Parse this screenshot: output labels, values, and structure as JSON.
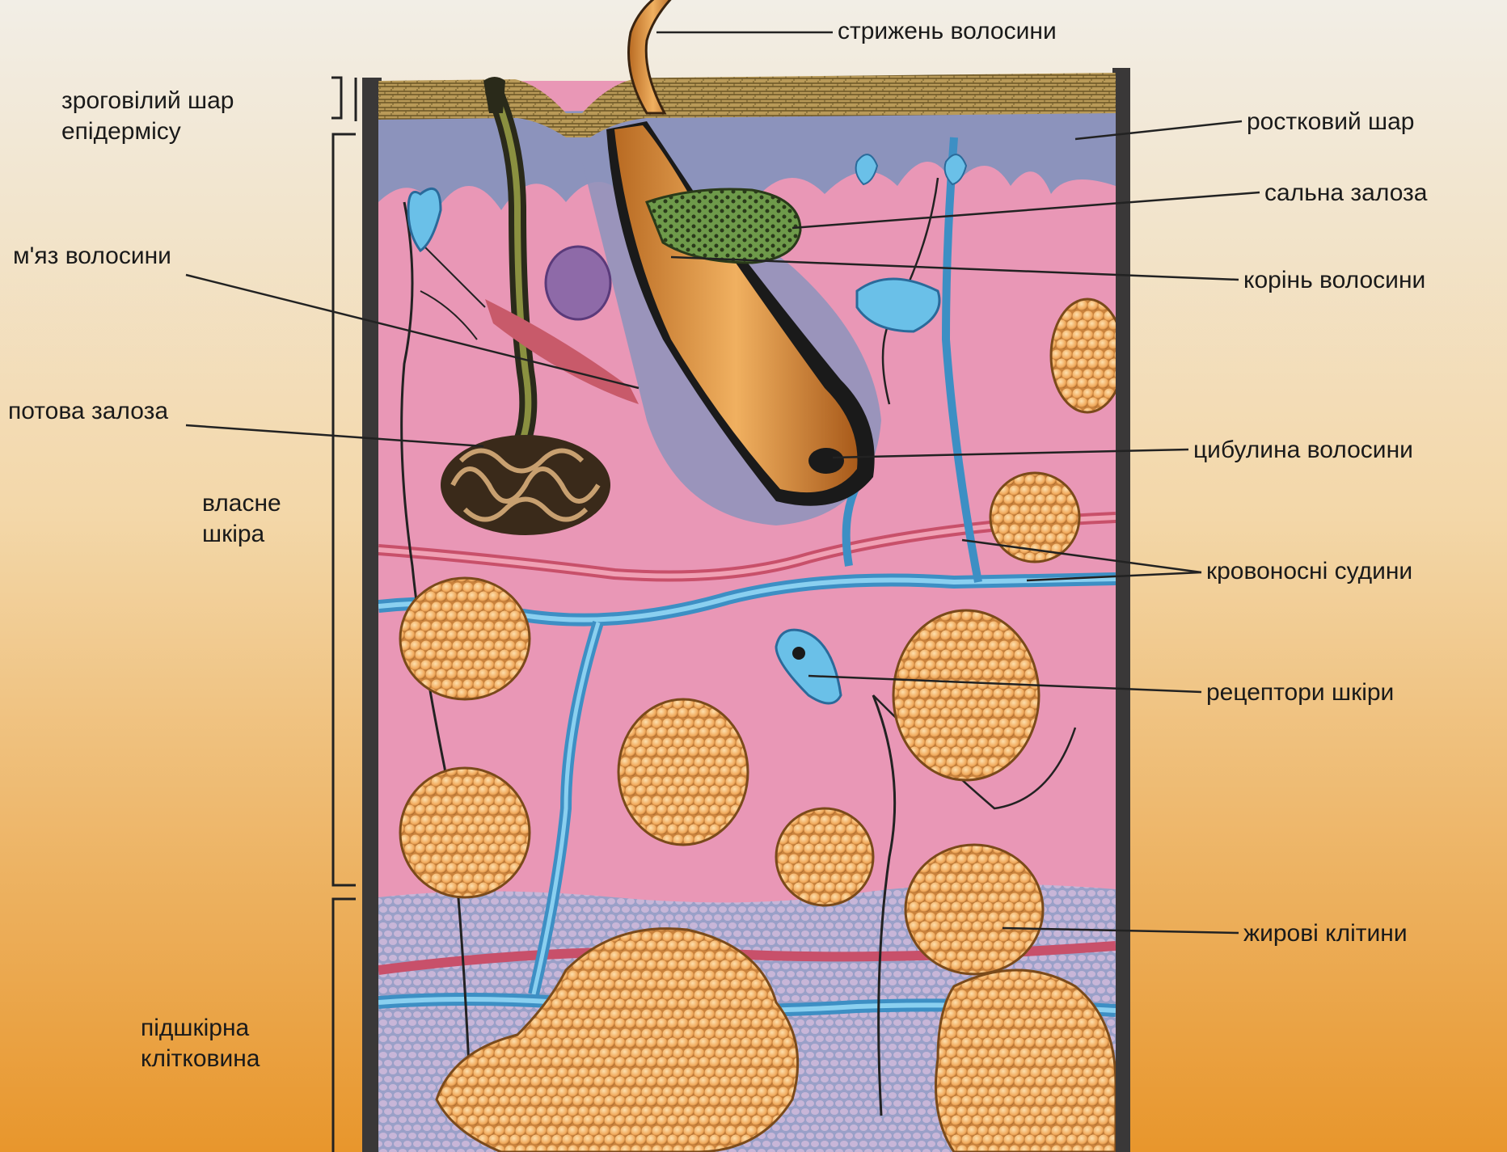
{
  "labels": {
    "hair_shaft": "стрижень волосини",
    "horny_layer": [
      "зроговілий шар",
      "епідермісу"
    ],
    "germ_layer": "ростковий шар",
    "sebaceous_gland": "сальна залоза",
    "hair_muscle": "м'яз волосини",
    "hair_root": "корінь волосини",
    "sweat_gland": "потова залоза",
    "hair_bulb": "цибулина волосини",
    "dermis": [
      "власне",
      "шкіра"
    ],
    "blood_vessels": "кровоносні судини",
    "skin_receptors": "рецептори шкіри",
    "fat_cells": "жирові клітини",
    "subcutis": [
      "підшкірна",
      "клітковина"
    ]
  },
  "colors": {
    "background_top": "#efe9dc",
    "background_bottom": "#e69a2e",
    "dermis": "#e89ab8",
    "epidermis_germ": "#8a90b8",
    "horny": "#b89b5a",
    "vessel_blue": "#4aa8d8",
    "vessel_red": "#d8607a",
    "fat": "#f2b66a",
    "hair": "#d88a3a"
  }
}
